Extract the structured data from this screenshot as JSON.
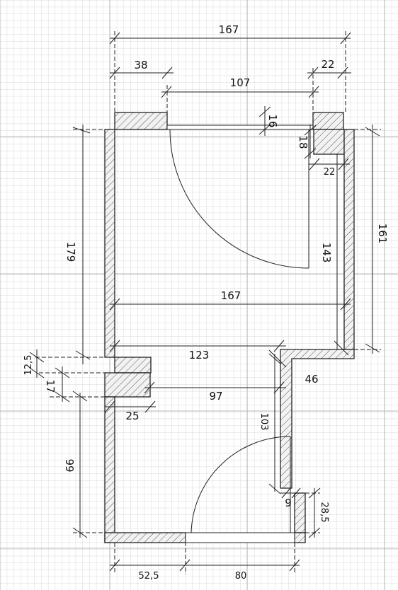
{
  "drawing": {
    "dimensions": {
      "top_overall": "167",
      "top_left_wall": "38",
      "top_opening": "107",
      "top_right_wall": "22",
      "top_jamb_depth": "16",
      "corner_post_h": "18",
      "corner_post_w": "22",
      "left_upper_height": "179",
      "right_outer_height": "161",
      "right_inner_height": "143",
      "mid_width": "167",
      "mid_recess_width": "123",
      "step_width": "46",
      "left_step": "12,5",
      "pier_height": "17",
      "pier_depth": "25",
      "lower_inner_width": "97",
      "lower_partition": "103",
      "left_lower_height": "99",
      "bottom_jamb": "9",
      "bottom_post": "28,5",
      "bottom_left": "52,5",
      "bottom_door": "80"
    }
  }
}
